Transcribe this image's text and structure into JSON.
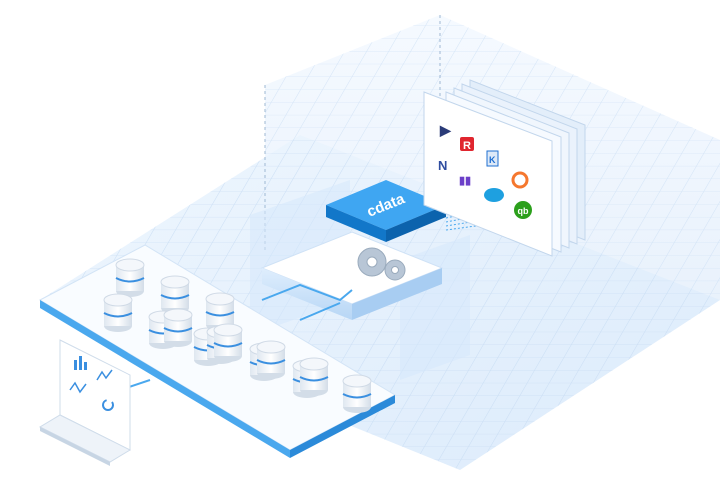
{
  "diagram": {
    "type": "isometric-architecture",
    "hub": {
      "logo_text": "cdata",
      "color": "#1d8fe8",
      "gear_count": 2
    },
    "sources_panel": {
      "stack_count": 5,
      "apps": [
        {
          "name": "arrow-app",
          "glyph": "▶",
          "color": "#2a3b78"
        },
        {
          "name": "r-app",
          "glyph": "R",
          "color": "#e0262f"
        },
        {
          "name": "k-app",
          "glyph": "K",
          "color": "#1f6fd1"
        },
        {
          "name": "n-app",
          "glyph": "N",
          "color": "#2f4da0"
        },
        {
          "name": "bars-app",
          "glyph": "▮▮",
          "color": "#6b3fc8"
        },
        {
          "name": "salesforce",
          "glyph": "☁",
          "color": "#1ea0e0"
        },
        {
          "name": "hubspot",
          "glyph": "⚙",
          "color": "#f5772e"
        },
        {
          "name": "quickbooks",
          "glyph": "qb",
          "color": "#2ca01c"
        }
      ]
    },
    "databases": {
      "count": 14,
      "rows": [
        3,
        3,
        4,
        4
      ]
    },
    "laptop": {
      "widgets": [
        "bar-chart",
        "line-chart",
        "wave-chart",
        "refresh"
      ]
    },
    "colors": {
      "accent": "#1d8fe8",
      "grid": "#cfe2f6",
      "plane": "#e6f1fc",
      "line": "#4aa8ee",
      "surface": "#ffffff"
    }
  }
}
